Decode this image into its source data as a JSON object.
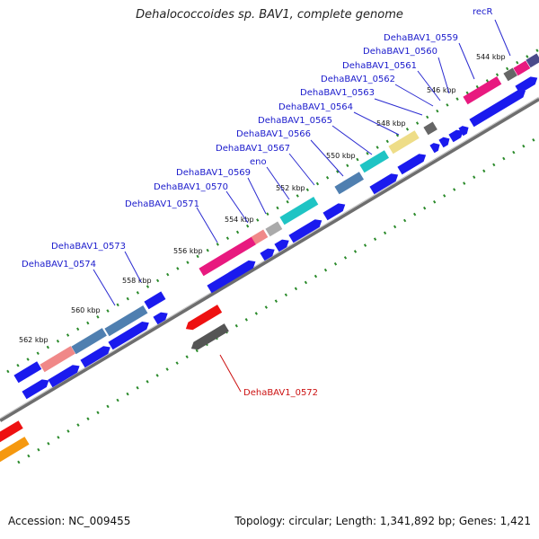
{
  "title": "Dehalococcoides sp. BAV1, complete genome",
  "footer": {
    "accession": "Accession: NC_009455",
    "summary": "Topology: circular; Length: 1,341,892 bp; Genes: 1,421"
  },
  "ticks": [
    "544 kbp",
    "546 kbp",
    "548 kbp",
    "550 kbp",
    "552 kbp",
    "554 kbp",
    "556 kbp",
    "558 kbp",
    "560 kbp",
    "562 kbp"
  ],
  "gene_labels": {
    "recR": "recR",
    "d0559": "DehaBAV1_0559",
    "d0560": "DehaBAV1_0560",
    "d0561": "DehaBAV1_0561",
    "d0562": "DehaBAV1_0562",
    "d0563": "DehaBAV1_0563",
    "d0564": "DehaBAV1_0564",
    "d0565": "DehaBAV1_0565",
    "d0566": "DehaBAV1_0566",
    "d0567": "DehaBAV1_0567",
    "eno": "eno",
    "d0569": "DehaBAV1_0569",
    "d0570": "DehaBAV1_0570",
    "d0571": "DehaBAV1_0571",
    "d0573": "DehaBAV1_0573",
    "d0574": "DehaBAV1_0574",
    "d0572": "DehaBAV1_0572"
  },
  "colors": {
    "cds": "#1a1aee",
    "backbone": "#8a8a8a",
    "tick_dot": "#2a8a2a",
    "label": "#1a1acc",
    "highlight_label": "#cc1111",
    "magenta": "#e8197f",
    "pink": "#f08888",
    "steelblue": "#4f7fb0",
    "cyan": "#1fc4c4",
    "khaki": "#eedd88",
    "gray": "#666666",
    "red": "#ee1111",
    "orange": "#f5980f"
  }
}
